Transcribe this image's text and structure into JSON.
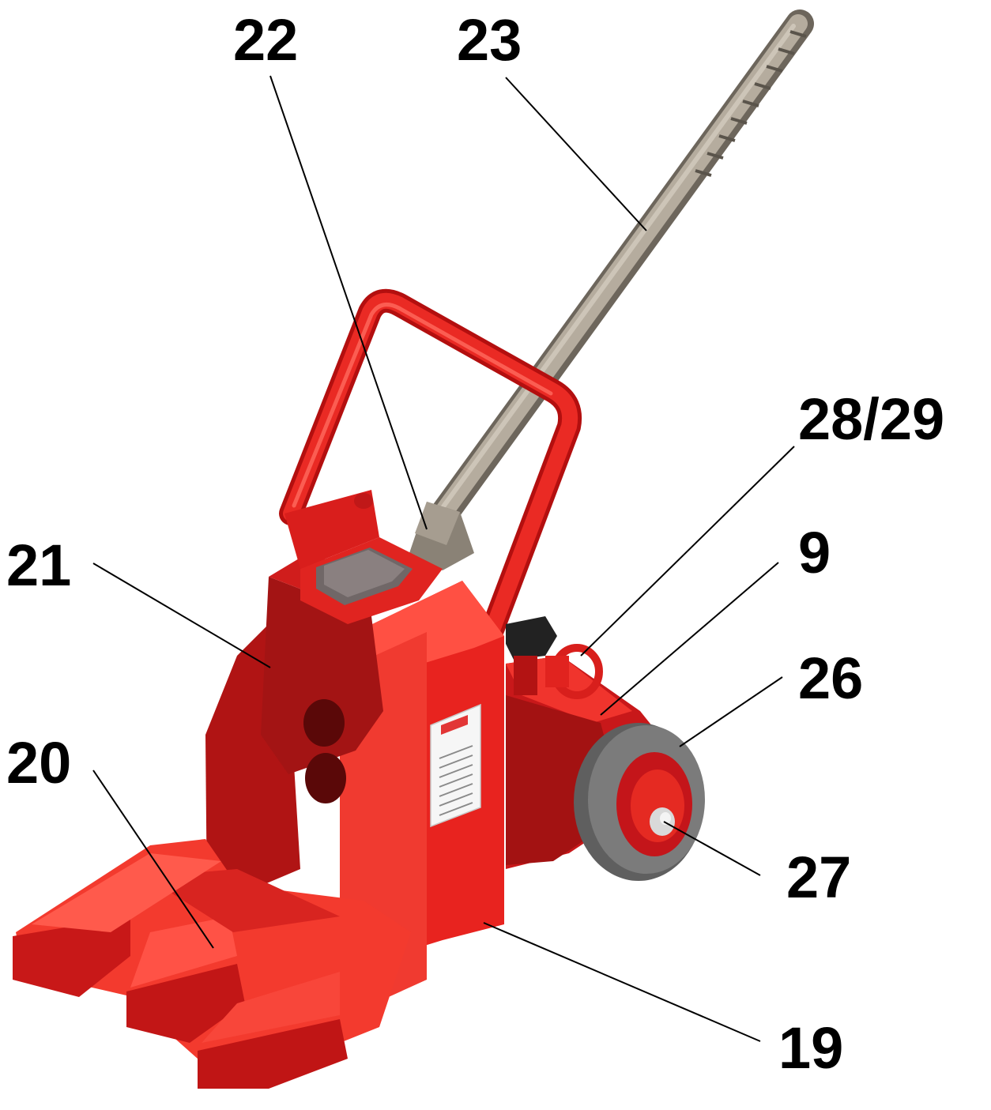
{
  "figure": {
    "kind": "exploded-view parts callout diagram",
    "subject": "red hydraulic toe jack with steel handle, wheel and twin toes"
  },
  "colors": {
    "body_red": "#e8221f",
    "body_red_dark": "#a80f0f",
    "body_red_light": "#ff4a3e",
    "handle_steel": "#a89f91",
    "handle_steel_dark": "#6d665c",
    "tire_gray": "#6f6f6f",
    "plate_gray": "#7a7070",
    "label_plate": "#f5f5f5",
    "callout_text": "#000000"
  },
  "labels": {
    "l22": "22",
    "l23": "23",
    "l2829": "28/29",
    "l21": "21",
    "l9": "9",
    "l26": "26",
    "l20": "20",
    "l27": "27",
    "l19": "19"
  }
}
